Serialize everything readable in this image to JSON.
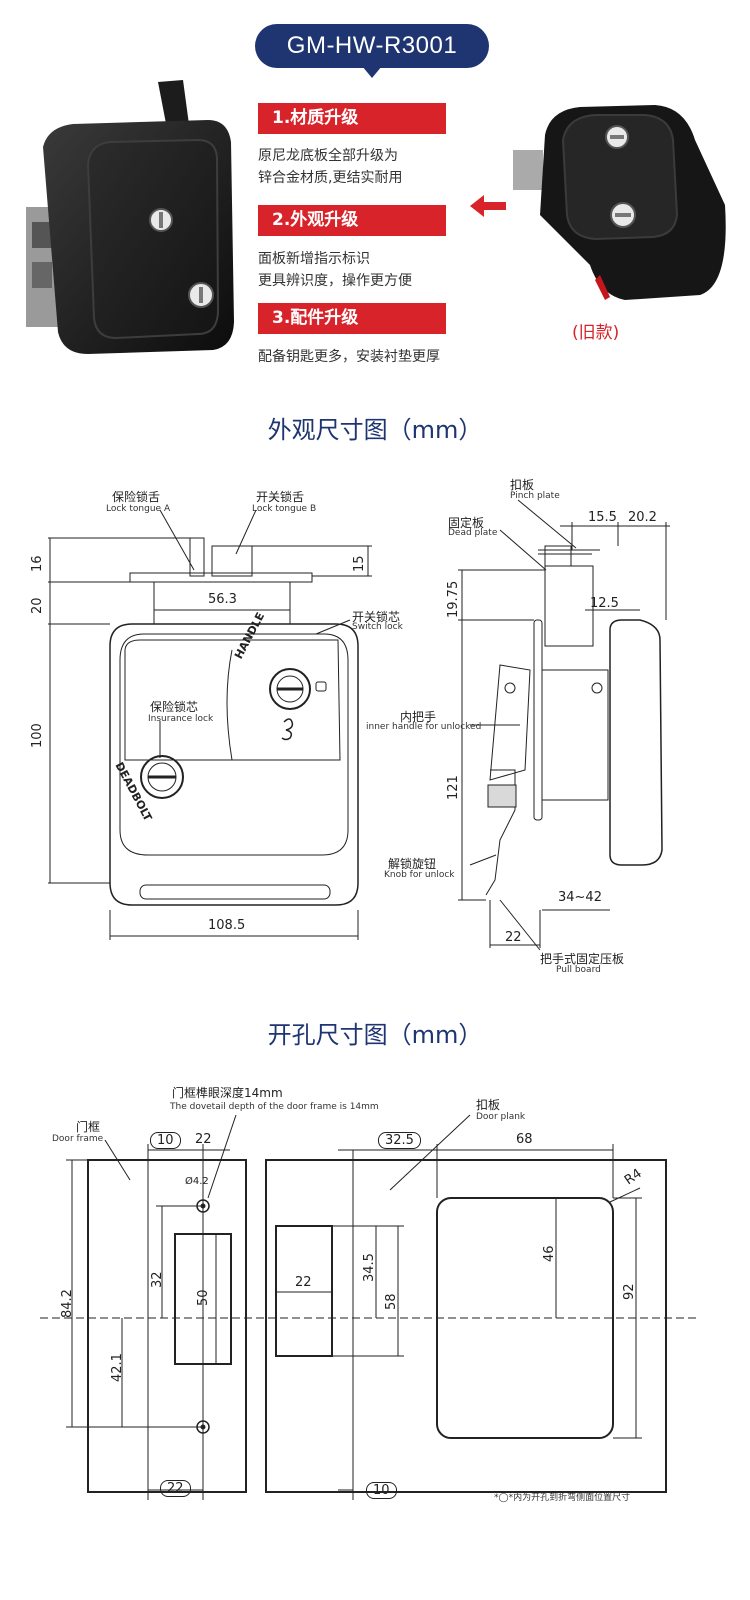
{
  "header": {
    "model": "GM-HW-R3001"
  },
  "features": [
    {
      "title": "1.材质升级",
      "desc": [
        "原尼龙底板全部升级为",
        "锌合金材质,更结实耐用"
      ]
    },
    {
      "title": "2.外观升级",
      "desc": [
        "面板新增指示标识",
        "更具辨识度，操作更方便"
      ]
    },
    {
      "title": "3.配件升级",
      "desc": [
        "配备钥匙更多，安装衬垫更厚"
      ]
    }
  ],
  "old_model_label": "(旧款)",
  "appearance": {
    "title": "外观尺寸图（mm）",
    "labels": {
      "lock_tongue_a_cn": "保险锁舌",
      "lock_tongue_a_en": "Lock tongue A",
      "lock_tongue_b_cn": "开关锁舌",
      "lock_tongue_b_en": "Lock tongue B",
      "switch_lock_cn": "开关锁芯",
      "switch_lock_en": "Switch lock",
      "insurance_lock_cn": "保险锁芯",
      "insurance_lock_en": "Insurance lock",
      "pinch_plate_cn": "扣板",
      "pinch_plate_en": "Pinch plate",
      "dead_plate_cn": "固定板",
      "dead_plate_en": "Dead plate",
      "inner_handle_cn": "内把手",
      "inner_handle_en": "inner handle for unlocked",
      "knob_cn": "解锁旋钮",
      "knob_en": "Knob for unlock",
      "pull_board_cn": "把手式固定压板",
      "pull_board_en": "Pull board",
      "handle_text": "HANDLE",
      "deadbolt_text": "DEADBOLT"
    },
    "dims": {
      "d16": "16",
      "d20": "20",
      "d100": "100",
      "d15": "15",
      "d56_3": "56.3",
      "d108_5": "108.5",
      "d15_5": "15.5",
      "d20_2": "20.2",
      "d19_75": "19.75",
      "d12_5": "12.5",
      "d121": "121",
      "d34_42": "34~42",
      "d22": "22"
    }
  },
  "cutout": {
    "title": "开孔尺寸图（mm）",
    "labels": {
      "dovetail_cn": "门框榫眼深度14mm",
      "dovetail_en": "The dovetail depth of the door frame is 14mm",
      "door_frame_cn": "门框",
      "door_frame_en": "Door frame",
      "door_plank_cn": "扣板",
      "door_plank_en": "Door plank",
      "footnote": "*◯*内为开孔到折弯侧面位置尺寸"
    },
    "dims": {
      "d10a": "10",
      "d22a": "22",
      "phi4_2": "Ø4.2",
      "d32": "32",
      "d50": "50",
      "d84_2": "84.2",
      "d42_1": "42.1",
      "d22b": "22",
      "d32_5": "32.5",
      "d68": "68",
      "r4": "R4",
      "d22c": "22",
      "d34_5": "34.5",
      "d58": "58",
      "d46": "46",
      "d92": "92",
      "d10b": "10"
    }
  }
}
